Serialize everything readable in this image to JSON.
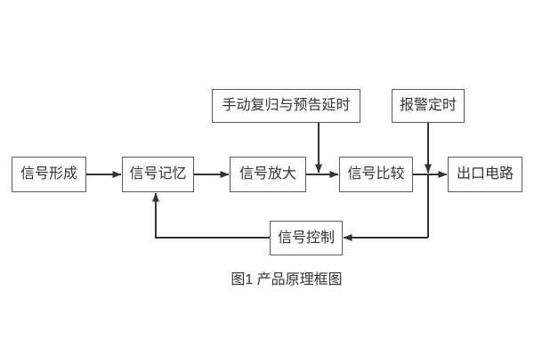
{
  "diagram": {
    "caption": "图1 产品原理框图",
    "boxes": {
      "manual_reset": "手动复归与预告延时",
      "alarm_timer": "报警定时",
      "signal_form": "信号形成",
      "signal_memory": "信号记忆",
      "signal_amplify": "信号放大",
      "signal_compare": "信号比较",
      "output_circuit": "出口电路",
      "signal_control": "信号控制"
    },
    "colors": {
      "line": "#333333",
      "box_border": "#595959",
      "text": "#333333",
      "background": "#ffffff"
    }
  }
}
